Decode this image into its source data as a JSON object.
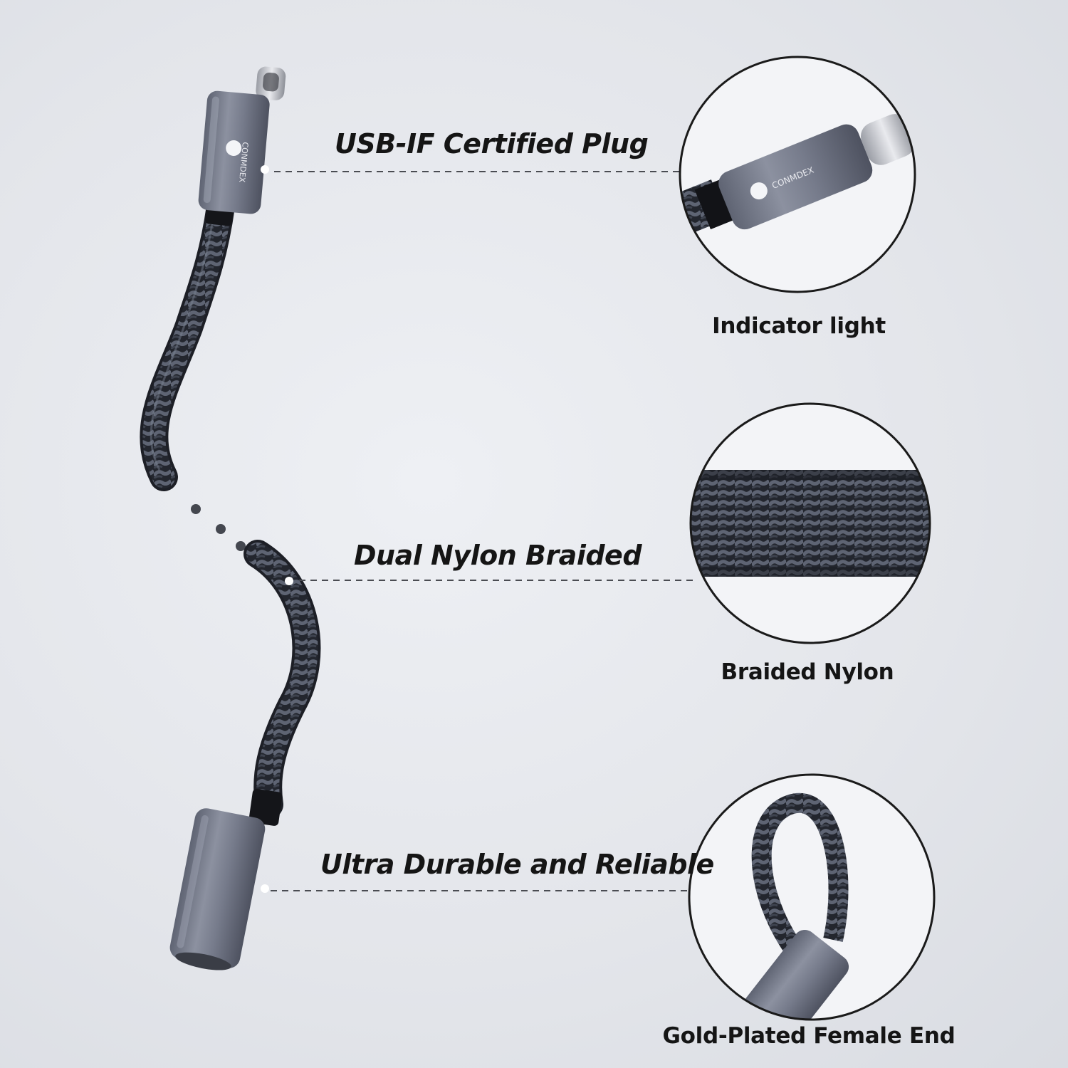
{
  "product": {
    "brand_logo_text": "CONMDEX",
    "cable_color": "#2b2e37",
    "housing_color": "#7e8393"
  },
  "callouts": [
    {
      "label": "USB-IF Certified Plug"
    },
    {
      "label": "Dual Nylon Braided"
    },
    {
      "label": "Ultra Durable and Reliable"
    }
  ],
  "details": [
    {
      "caption": "Indicator light",
      "icon": "usb-c-plug-closeup-icon"
    },
    {
      "caption": "Braided Nylon",
      "icon": "braided-cable-closeup-icon"
    },
    {
      "caption": "Gold-Plated Female End",
      "icon": "cable-loop-closeup-icon"
    }
  ]
}
